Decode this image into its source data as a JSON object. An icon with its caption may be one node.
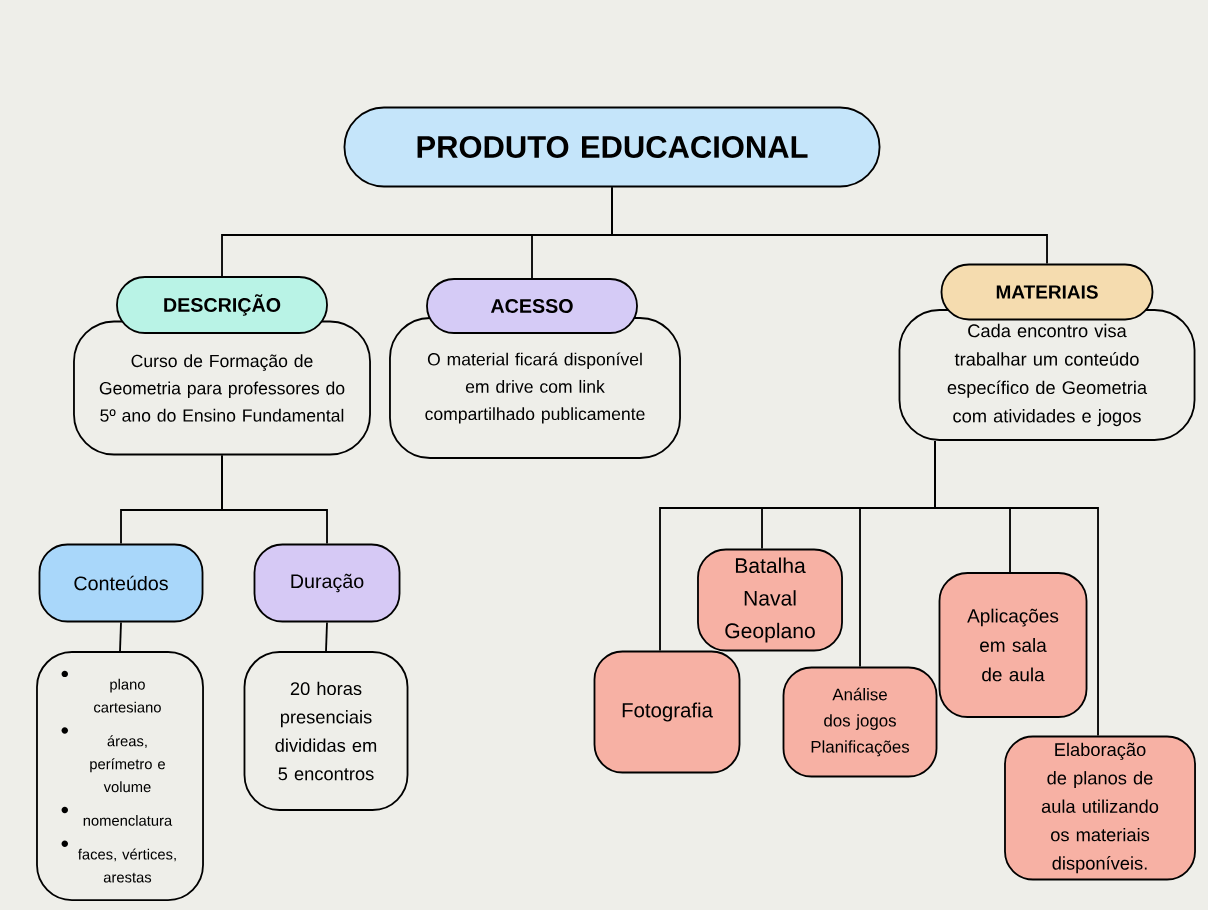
{
  "diagram": {
    "nodes": [
      {
        "text": [
          "PRODUTO EDUCACIONAL"
        ]
      },
      {
        "text": [
          "DESCRIÇÃO"
        ]
      },
      {
        "text": [
          "Curso de Formação de Geometria para professores do 5º ano do Ensino Fundamental"
        ]
      },
      {
        "text": [
          "ACESSO"
        ]
      },
      {
        "text": [
          "O material ficará disponível em drive com link compartilhado publicamente"
        ]
      },
      {
        "text": [
          "MATERIAIS"
        ]
      },
      {
        "text": [
          "Cada encontro visa trabalhar um conteúdo específico de Geometria com atividades e jogos"
        ]
      },
      {
        "text": [
          "Conteúdos"
        ]
      },
      {
        "text": [
          "Duração"
        ]
      },
      {
        "text": [
          "plano cartesiano",
          "áreas, perímetro e volume",
          "nomenclatura",
          "faces, vértices, arestas"
        ]
      },
      {
        "text": [
          "20 horas presenciais divididas em 5 encontros"
        ]
      },
      {
        "text": [
          "Fotografia"
        ]
      },
      {
        "text": [
          "Batalha Naval Geoplano"
        ]
      },
      {
        "text": [
          "Análise dos jogos Planificações"
        ]
      },
      {
        "text": [
          "Aplicações em sala de aula"
        ]
      },
      {
        "text": [
          "Elaboração de planos de aula utilizando os materiais disponíveis."
        ]
      }
    ],
    "edges": [
      {
        "from": 0,
        "to": 1,
        "arrow": "none"
      },
      {
        "from": 0,
        "to": 3,
        "arrow": "none"
      },
      {
        "from": 0,
        "to": 5,
        "arrow": "none"
      },
      {
        "from": 2,
        "to": 7,
        "arrow": "none"
      },
      {
        "from": 2,
        "to": 8,
        "arrow": "none"
      },
      {
        "from": 7,
        "to": 9,
        "arrow": "none"
      },
      {
        "from": 8,
        "to": 10,
        "arrow": "none"
      },
      {
        "from": 6,
        "to": 11,
        "arrow": "none"
      },
      {
        "from": 6,
        "to": 12,
        "arrow": "none"
      },
      {
        "from": 6,
        "to": 13,
        "arrow": "none"
      },
      {
        "from": 6,
        "to": 14,
        "arrow": "none"
      },
      {
        "from": 6,
        "to": 15,
        "arrow": "none"
      }
    ]
  }
}
